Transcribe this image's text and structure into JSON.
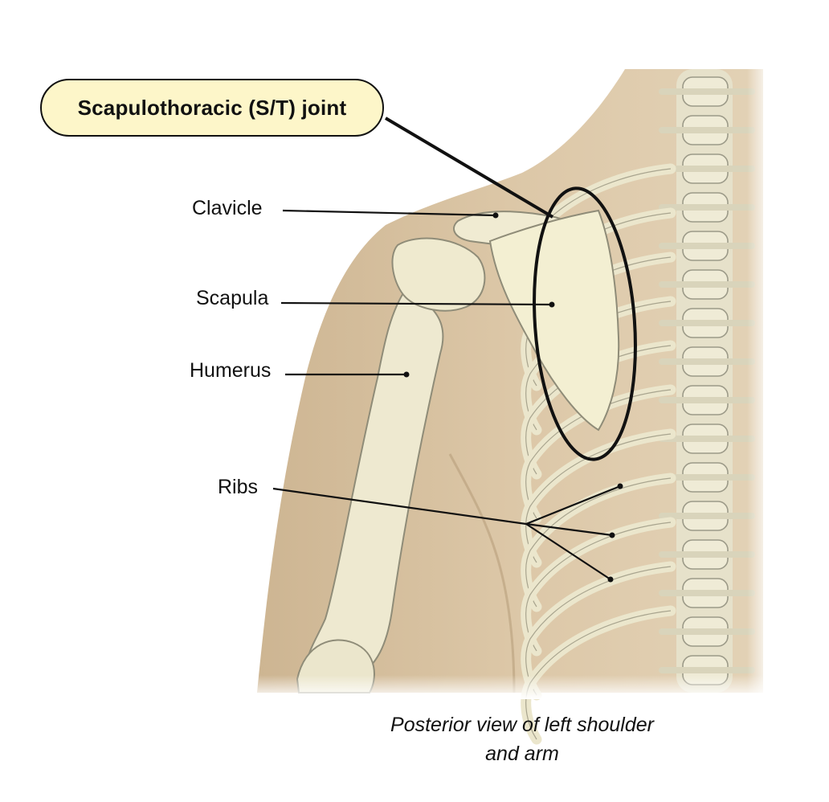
{
  "callout": {
    "title": "Scapulothoracic (S/T) joint"
  },
  "labels": {
    "clavicle": "Clavicle",
    "scapula": "Scapula",
    "humerus": "Humerus",
    "ribs": "Ribs"
  },
  "caption": {
    "line1": "Posterior view of left shoulder",
    "line2": "and arm"
  },
  "colors": {
    "skin": "#d8c3a2",
    "bone": "#ede8cf",
    "scapula_fill": "#f3efd2",
    "callout_fill": "#fdf6c9",
    "outline": "#111111"
  }
}
